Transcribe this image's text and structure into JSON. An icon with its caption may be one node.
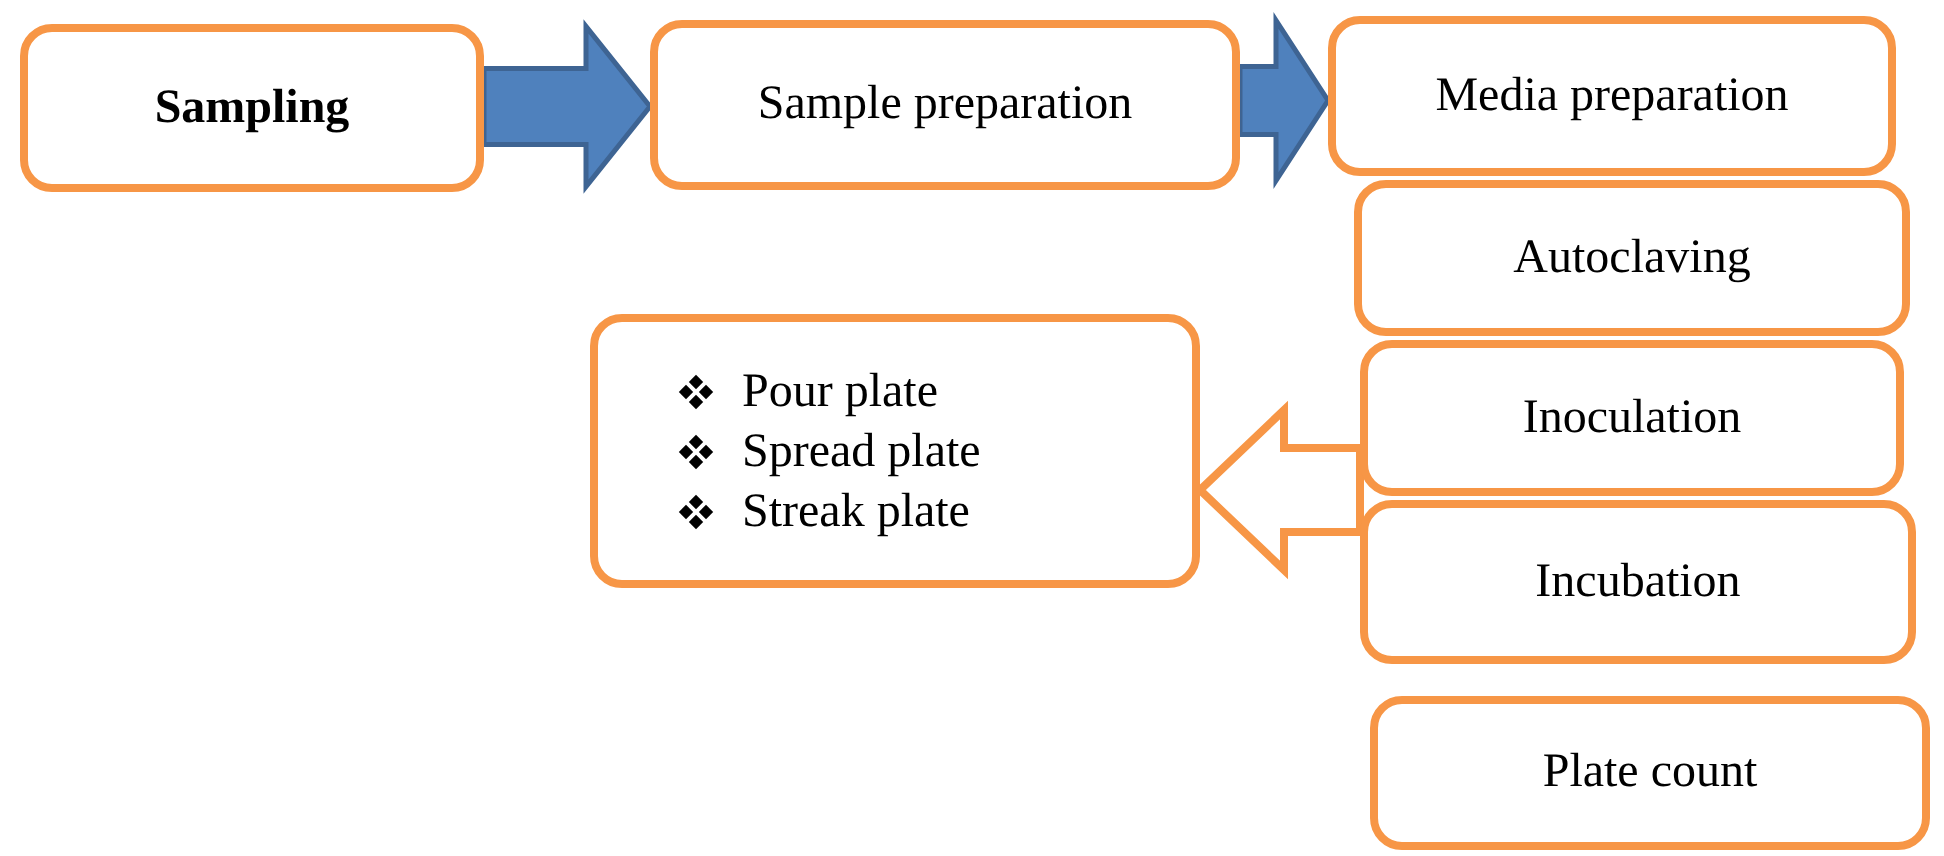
{
  "diagram": {
    "nodes": [
      {
        "text": [
          "Sampling"
        ]
      },
      {
        "text": [
          "Sample preparation"
        ]
      },
      {
        "text": [
          "Media preparation"
        ]
      },
      {
        "text": [
          "Autoclaving"
        ]
      },
      {
        "text": [
          "Pour plate",
          "Spread plate",
          "Streak plate"
        ]
      },
      {
        "text": [
          "Inoculation"
        ]
      },
      {
        "text": [
          "Incubation"
        ]
      },
      {
        "text": [
          "Plate count"
        ]
      }
    ],
    "edges": [
      {
        "from": 0,
        "to": 1,
        "arrow": "to",
        "style": "thick",
        "color": "#4f81bd"
      },
      {
        "from": 1,
        "to": 2,
        "arrow": "to",
        "style": "thick",
        "color": "#4f81bd"
      },
      {
        "from": 5,
        "to": 4,
        "arrow": "to",
        "style": "thick",
        "color": "#f79646"
      },
      {
        "from": 6,
        "to": 4,
        "arrow": "to",
        "style": "thick",
        "color": "#f79646"
      }
    ]
  }
}
